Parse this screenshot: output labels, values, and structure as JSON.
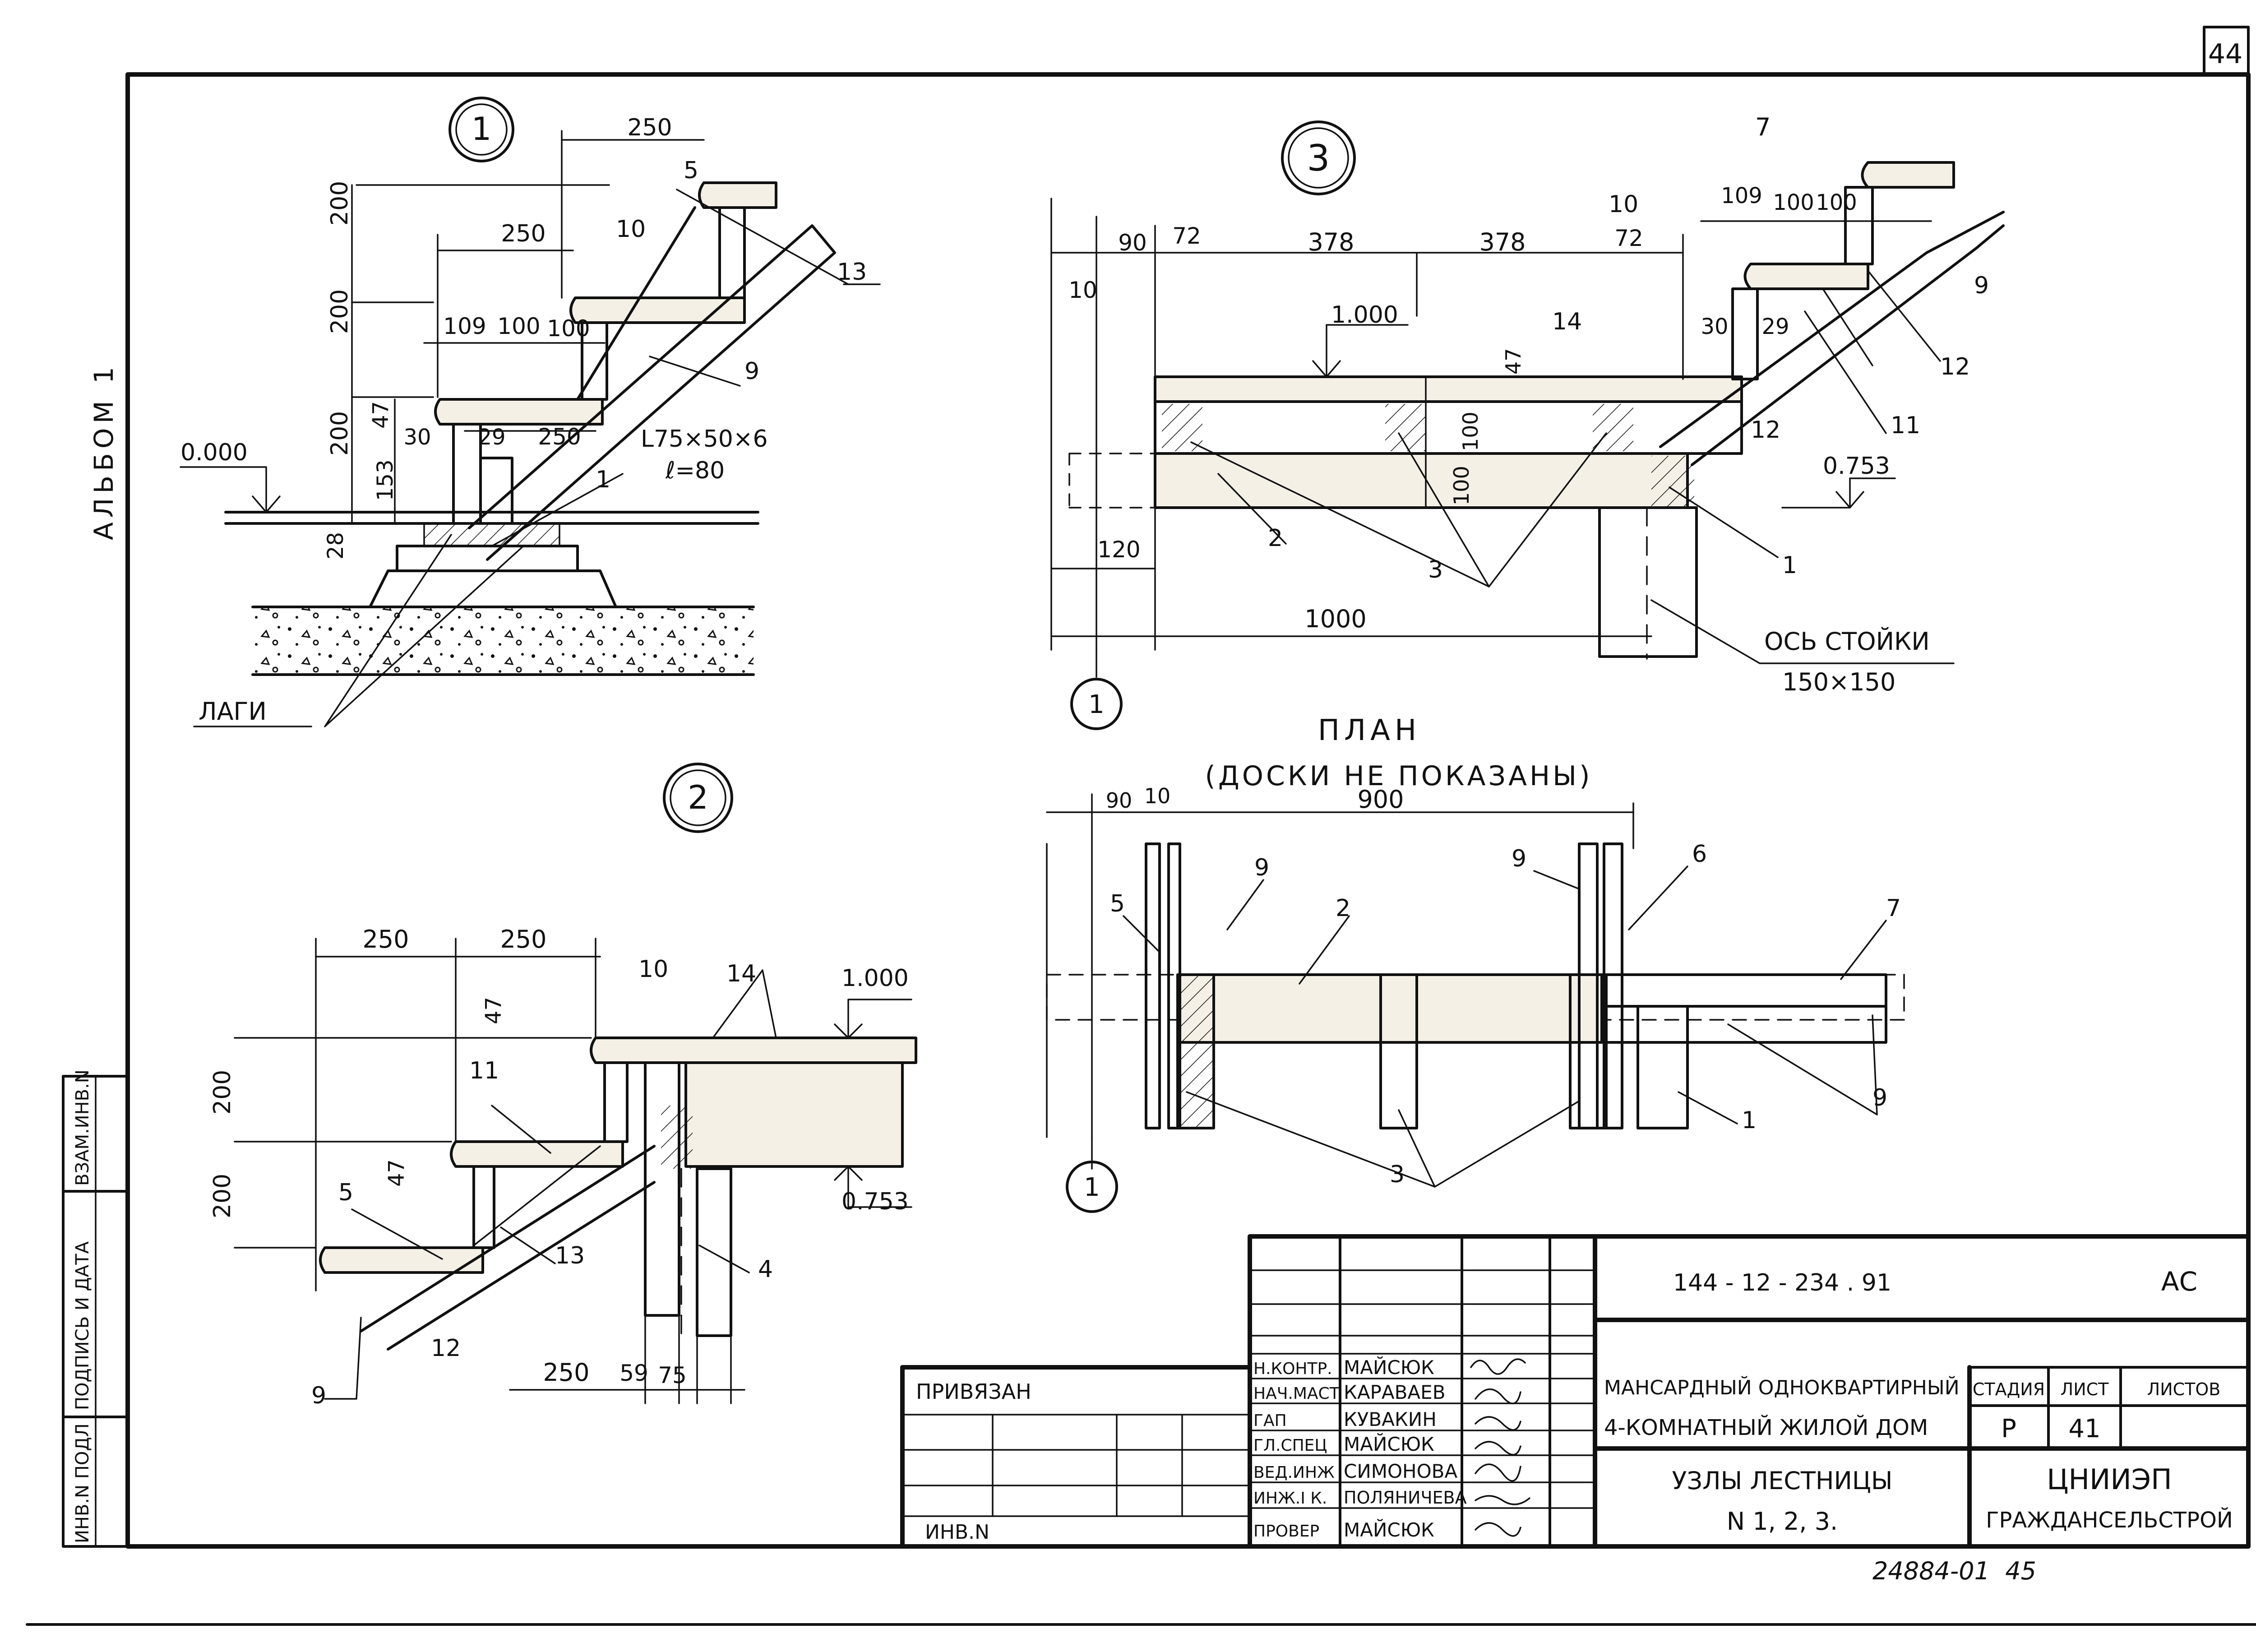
{
  "sheet": {
    "page_number": "44",
    "album": "АЛЬБОМ 1",
    "bottom_number": "24884-01  45"
  },
  "detail_1": {
    "marker": "1",
    "dims": [
      "250",
      "200",
      "250",
      "200",
      "109",
      "100",
      "100",
      "200",
      "47",
      "30",
      "29",
      "250",
      "153",
      "28"
    ],
    "labels": [
      "5",
      "10",
      "13",
      "9",
      "1"
    ],
    "angle_label": "L75×50×6",
    "angle_length": "ℓ=80",
    "level": "0.000",
    "joists": "ЛАГИ"
  },
  "detail_3": {
    "marker": "3",
    "dims": [
      "90",
      "72",
      "378",
      "378",
      "72",
      "10",
      "109",
      "100",
      "100",
      "30",
      "29",
      "47",
      "100",
      "100",
      "120",
      "1000"
    ],
    "labels": [
      "7",
      "10",
      "14",
      "9",
      "12",
      "11",
      "12",
      "2",
      "3",
      "1"
    ],
    "level_top": "1.000",
    "level_mid": "0.753",
    "post_axis": "ОСЬ СТОЙКИ",
    "post_size": "150×150",
    "axis_marker": "1"
  },
  "detail_2": {
    "marker": "2",
    "dims": [
      "250",
      "250",
      "47",
      "200",
      "47",
      "200",
      "250",
      "59",
      "75"
    ],
    "labels": [
      "10",
      "14",
      "11",
      "5",
      "13",
      "4",
      "12",
      "9"
    ],
    "level_top": "1.000",
    "level_mid": "0.753"
  },
  "plan": {
    "title": "ПЛАН",
    "subtitle": "(ДОСКИ НЕ ПОКАЗАНЫ)",
    "dims": [
      "90",
      "10",
      "900"
    ],
    "labels": [
      "5",
      "9",
      "2",
      "9",
      "6",
      "7",
      "9",
      "1",
      "3"
    ],
    "axis_marker": "1"
  },
  "left_stamp": {
    "col1": "ИНВ.N ПОДЛ",
    "col2": "ПОДПИСЬ И ДАТА",
    "col3": "ВЗАМ.ИНВ.N"
  },
  "title_block": {
    "code": "144 - 12 - 234 . 91",
    "section": "АС",
    "bound": "ПРИВЯЗАН",
    "inv": "ИНВ.N",
    "roles": [
      {
        "role": "Н.КОНТР.",
        "name": "МАЙСЮК"
      },
      {
        "role": "НАЧ.МАСТ",
        "name": "КАРАВАЕВ"
      },
      {
        "role": "ГАП",
        "name": "КУВАКИН"
      },
      {
        "role": "ГЛ.СПЕЦ",
        "name": "МАЙСЮК"
      },
      {
        "role": "ВЕД.ИНЖ",
        "name": "СИМОНОВА"
      },
      {
        "role": "ИНЖ.I К.",
        "name": "ПОЛЯНИЧЕВА"
      },
      {
        "role": "ПРОВЕР",
        "name": "МАЙСЮК"
      }
    ],
    "project_line1": "МАНСАРДНЫЙ ОДНОКВАРТИРНЫЙ",
    "project_line2": "4-КОМНАТНЫЙ ЖИЛОЙ ДОМ",
    "sheet_line1": "УЗЛЫ ЛЕСТНИЦЫ",
    "sheet_line2": "N 1, 2, 3.",
    "stage_header": "СТАДИЯ",
    "sheet_header": "ЛИСТ",
    "sheets_header": "ЛИСТОВ",
    "stage": "Р",
    "sheet_no": "41",
    "sheets_total": "",
    "org_line1": "ЦНИИЭП",
    "org_line2": "ГРАЖДАНСЕЛЬСТРОЙ"
  }
}
